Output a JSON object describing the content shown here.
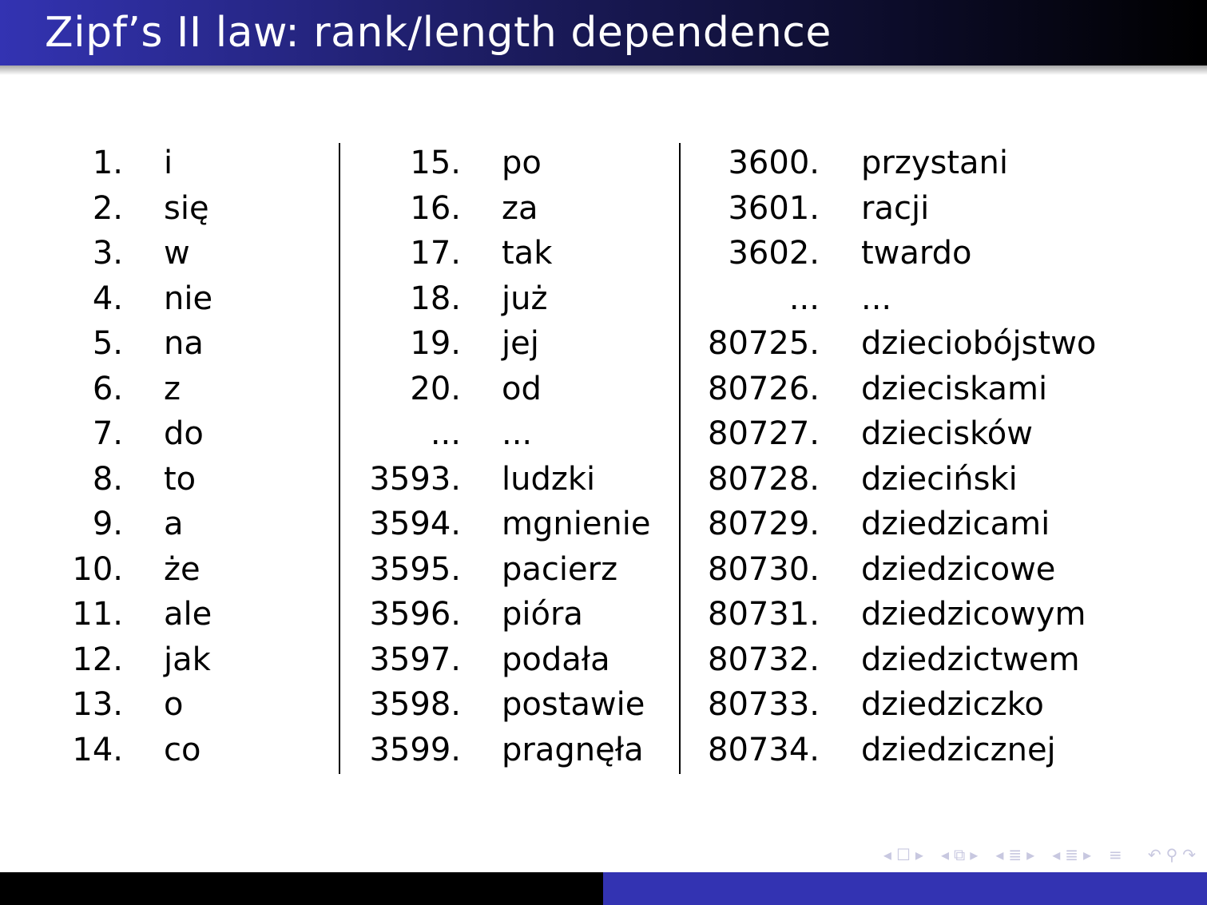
{
  "slide": {
    "title": "Zipf’s II law: rank/length dependence"
  },
  "columns": [
    {
      "rows": [
        {
          "rank": "1.",
          "word": "i"
        },
        {
          "rank": "2.",
          "word": "się"
        },
        {
          "rank": "3.",
          "word": "w"
        },
        {
          "rank": "4.",
          "word": "nie"
        },
        {
          "rank": "5.",
          "word": "na"
        },
        {
          "rank": "6.",
          "word": "z"
        },
        {
          "rank": "7.",
          "word": "do"
        },
        {
          "rank": "8.",
          "word": "to"
        },
        {
          "rank": "9.",
          "word": "a"
        },
        {
          "rank": "10.",
          "word": "że"
        },
        {
          "rank": "11.",
          "word": "ale"
        },
        {
          "rank": "12.",
          "word": "jak"
        },
        {
          "rank": "13.",
          "word": "o"
        },
        {
          "rank": "14.",
          "word": "co"
        }
      ]
    },
    {
      "rows": [
        {
          "rank": "15.",
          "word": "po"
        },
        {
          "rank": "16.",
          "word": "za"
        },
        {
          "rank": "17.",
          "word": "tak"
        },
        {
          "rank": "18.",
          "word": "już"
        },
        {
          "rank": "19.",
          "word": "jej"
        },
        {
          "rank": "20.",
          "word": "od"
        },
        {
          "rank": "...",
          "word": "..."
        },
        {
          "rank": "3593.",
          "word": "ludzki"
        },
        {
          "rank": "3594.",
          "word": "mgnienie"
        },
        {
          "rank": "3595.",
          "word": "pacierz"
        },
        {
          "rank": "3596.",
          "word": "pióra"
        },
        {
          "rank": "3597.",
          "word": "podała"
        },
        {
          "rank": "3598.",
          "word": "postawie"
        },
        {
          "rank": "3599.",
          "word": "pragnęła"
        }
      ]
    },
    {
      "rows": [
        {
          "rank": "3600.",
          "word": "przystani"
        },
        {
          "rank": "3601.",
          "word": "racji"
        },
        {
          "rank": "3602.",
          "word": "twardo"
        },
        {
          "rank": "...",
          "word": "..."
        },
        {
          "rank": "80725.",
          "word": "dzieciobójstwo"
        },
        {
          "rank": "80726.",
          "word": "dzieciskami"
        },
        {
          "rank": "80727.",
          "word": "dziecisków"
        },
        {
          "rank": "80728.",
          "word": "dzieciński"
        },
        {
          "rank": "80729.",
          "word": "dziedzicami"
        },
        {
          "rank": "80730.",
          "word": "dziedzicowe"
        },
        {
          "rank": "80731.",
          "word": "dziedzicowym"
        },
        {
          "rank": "80732.",
          "word": "dziedzictwem"
        },
        {
          "rank": "80733.",
          "word": "dziedziczko"
        },
        {
          "rank": "80734.",
          "word": "dziedzicznej"
        }
      ]
    }
  ],
  "navigation": {
    "icons": [
      "nav-frame-prev-icon",
      "nav-frame-icon",
      "nav-frame-next-icon",
      "nav-subsection-prev-icon",
      "nav-subsection-icon",
      "nav-subsection-next-icon",
      "nav-section-prev-icon",
      "nav-section-icon",
      "nav-section-next-icon",
      "nav-toc-prev-icon",
      "nav-toc-icon",
      "nav-toc-next-icon",
      "nav-appendix-icon",
      "nav-back-icon",
      "nav-search-icon",
      "nav-forward-icon"
    ],
    "color": "#c8c8e0"
  },
  "theme": {
    "header_color_start": "#3333b2",
    "header_color_end": "#000000",
    "footer_left": "#000000",
    "footer_right": "#3333b2"
  }
}
